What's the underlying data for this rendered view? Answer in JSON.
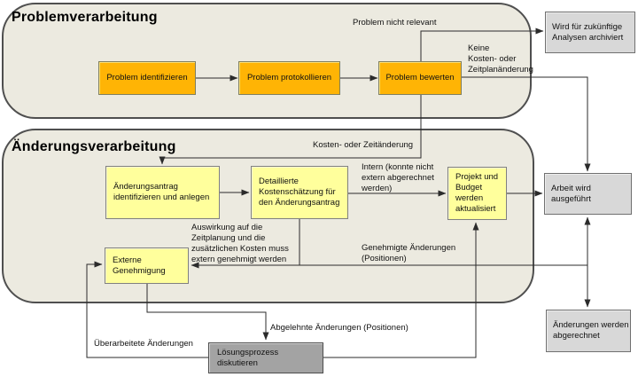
{
  "colors": {
    "page_bg": "#ffffff",
    "container_fill": "#eceae0",
    "container_border": "#4f4f4f",
    "orange_fill": "#ffb405",
    "orange_border": "#7f7f5f",
    "yellow_fill": "#ffff9c",
    "yellow_border": "#808080",
    "gray_fill": "#d8d8d8",
    "gray_border": "#707070",
    "dark_fill": "#a3a3a3",
    "dark_border": "#4d4d4d",
    "line": "#2b2b2b",
    "text": "#111111"
  },
  "containers": {
    "problem": {
      "title": "Problemverarbeitung"
    },
    "change": {
      "title": "Änderungsverarbeitung"
    }
  },
  "nodes": {
    "identify_problem": {
      "label": "Problem identifizieren"
    },
    "log_problem": {
      "label": "Problem protokollieren"
    },
    "evaluate_problem": {
      "label": "Problem bewerten"
    },
    "create_change_request": {
      "label": "Änderungsantrag\nidentifizieren und anlegen"
    },
    "detailed_cost_estimate": {
      "label": "Detaillierte\nKostenschätzung für\nden Änderungsantrag"
    },
    "update_project_budget": {
      "label": "Projekt und\nBudget\nwerden\naktualisiert"
    },
    "external_approval": {
      "label": "Externe\nGenehmigung"
    },
    "archive_future_analysis": {
      "label": "Wird für zukünftige\nAnalysen archiviert"
    },
    "work_executed": {
      "label": "Arbeit wird\nausgeführt"
    },
    "changes_billed": {
      "label": "Änderungen werden\nabgerechnet"
    },
    "discuss_solution": {
      "label": "Lösungsprozess\ndiskutieren"
    }
  },
  "edge_labels": {
    "problem_not_relevant": "Problem nicht relevant",
    "no_cost_or_schedule_change": "Keine\nKosten- oder\nZeitplanänderung",
    "cost_or_time_change": "Kosten- oder Zeitänderung",
    "internal_not_billed_externally": "Intern (konnte nicht\nextern abgerechnet\nwerden)",
    "impact_needs_external_approval": "Auswirkung auf die\nZeitplanung und die\nzusätzlichen Kosten muss\nextern genehmigt werden",
    "approved_changes": "Genehmigte Änderungen\n(Positionen)",
    "rejected_changes": "Abgelehnte Änderungen (Positionen)",
    "revised_changes": "Überarbeitete Änderungen"
  }
}
